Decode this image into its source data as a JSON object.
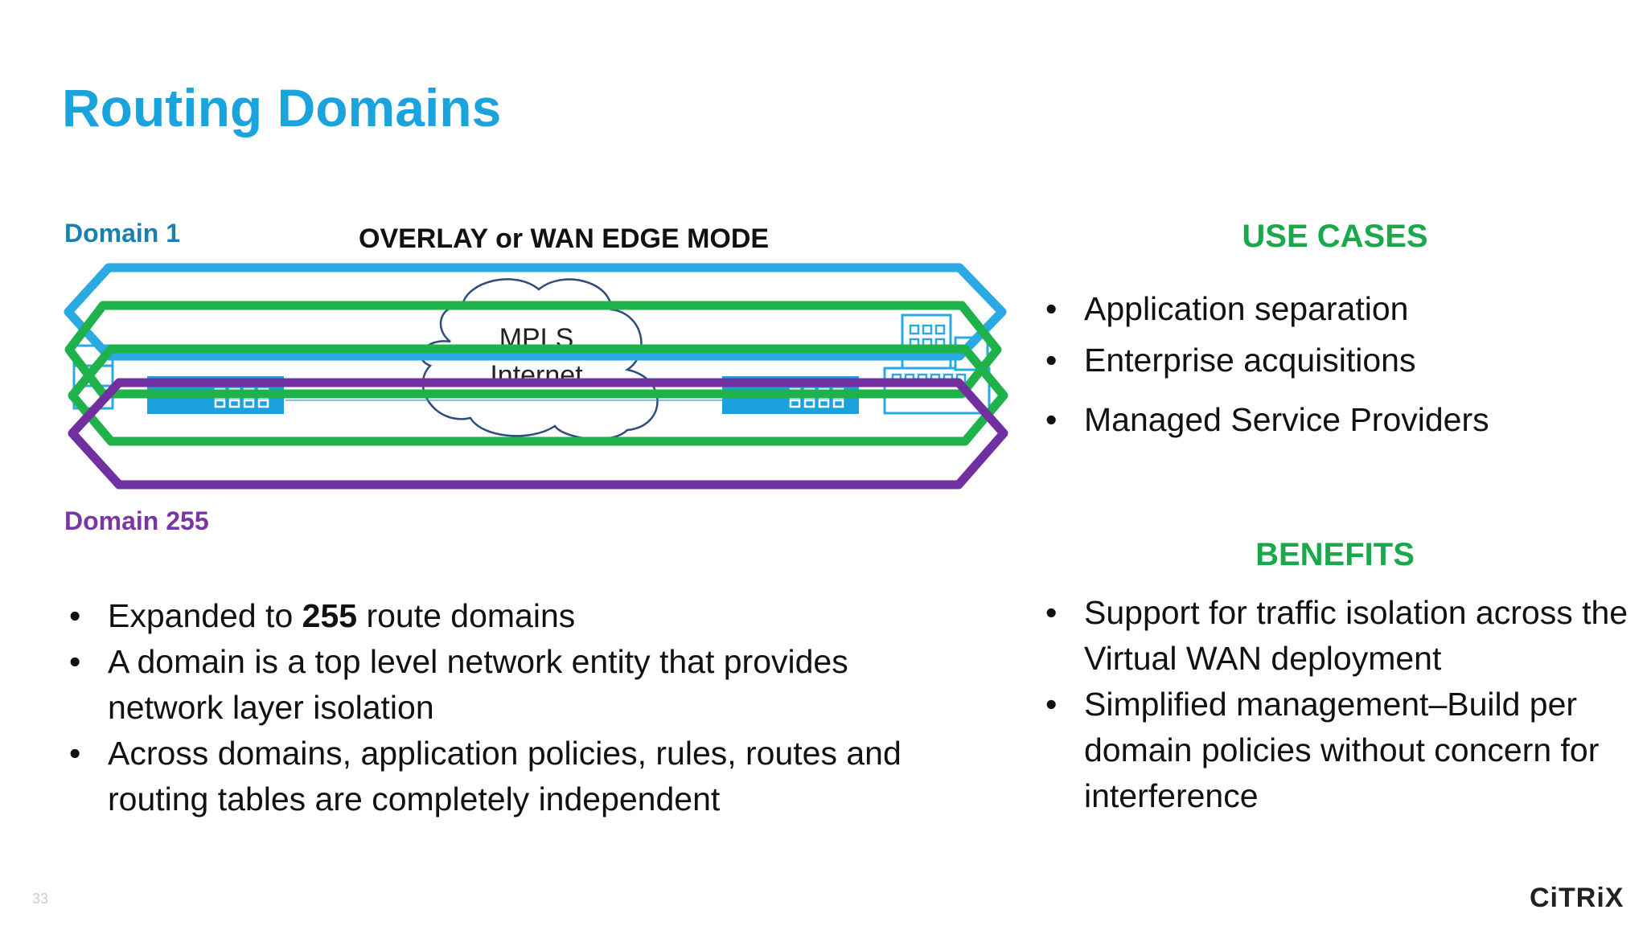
{
  "slide": {
    "title": "Routing Domains",
    "page_number": "33",
    "logo_text": "CiTRiX"
  },
  "diagram": {
    "domain_top_label": "Domain 1",
    "domain_bottom_label": "Domain 255",
    "mode_label": "OVERLAY or WAN EDGE MODE",
    "cloud_line1": "MPLS",
    "cloud_line2": "Internet",
    "colors": {
      "domain1": "#29aae2",
      "middle_domains": "#1fb24a",
      "domain255": "#7030a0",
      "appliance": "#1ba1db",
      "cloud": "#2d4e7a"
    },
    "icons": [
      "hexagon-domain-1",
      "hexagon-domain-green-a",
      "hexagon-domain-green-b",
      "hexagon-domain-255",
      "cloud-icon",
      "sdwan-appliance-icon",
      "datacenter-building-icon",
      "branch-building-icon"
    ]
  },
  "use_cases": {
    "heading": "USE CASES",
    "items": [
      "Application separation",
      "Enterprise acquisitions",
      "Managed Service Providers"
    ]
  },
  "benefits": {
    "heading": "BENEFITS",
    "items": [
      "Support for traffic isolation across the Virtual WAN deployment",
      "Simplified management–Build per domain policies without concern for interference"
    ]
  },
  "details": {
    "item1_prefix": "Expanded to ",
    "item1_bold": "255",
    "item1_suffix": " route domains",
    "item2": "A domain is a top level network entity that provides network layer isolation",
    "item3": "Across domains, application policies, rules, routes and routing tables are completely independent"
  },
  "bullet_symbol": "•"
}
